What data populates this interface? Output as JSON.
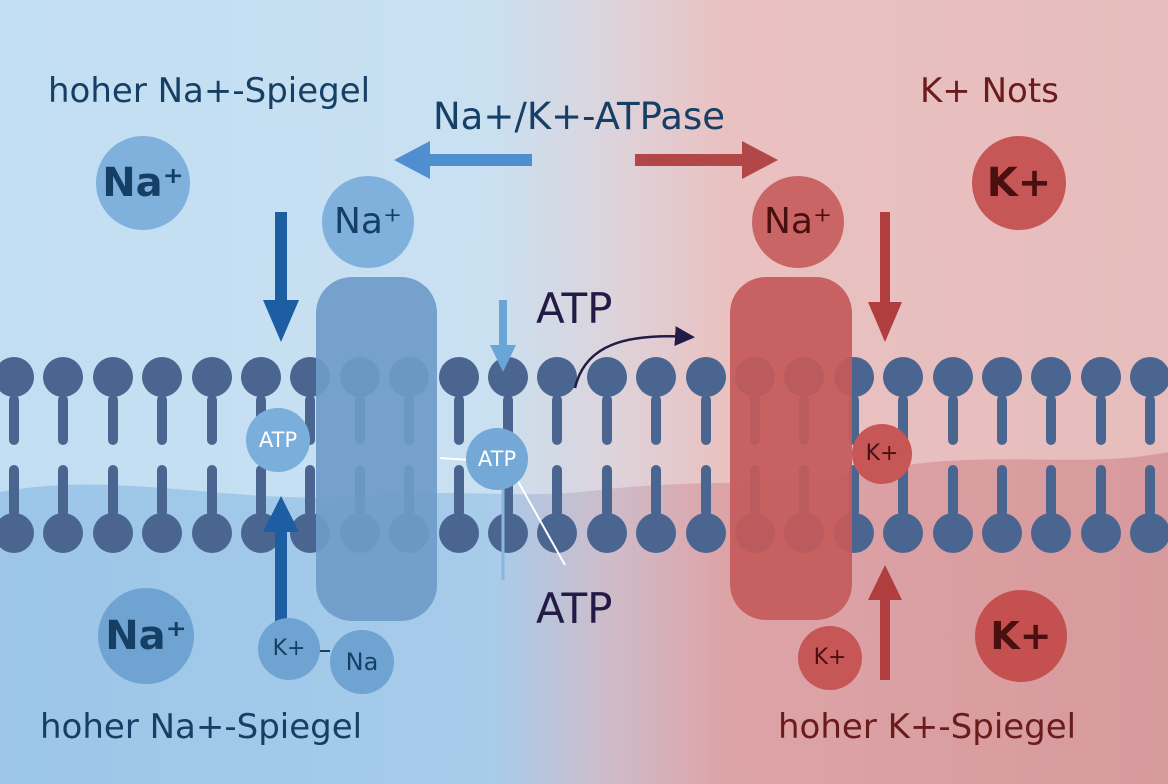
{
  "title": "Na+/K+-ATPase",
  "labels": {
    "top_left": "hoher Na+-Spiegel",
    "top_right": "K+ Nots",
    "bottom_left": "hoher Na+-Spiegel",
    "bottom_right": "hoher K+-Spiegel",
    "atp_upper": "ATP",
    "atp_lower": "ATP"
  },
  "ions": {
    "na_top_left": "Na⁺",
    "na_pump_left": "Na⁺",
    "na_pump_right": "Na⁺",
    "k_top_right": "K+",
    "atp_left_channel": "ATP",
    "atp_middle": "ATP",
    "k_membrane_right": "K+",
    "na_bottom_left": "Na⁺",
    "k_bottom_left": "K+",
    "na_bottom_small": "Na",
    "k_bottom_right": "K+",
    "k_bottom_right_small": "K+"
  },
  "colors": {
    "left_side": "#c7e2f4",
    "right_side": "#e9bcbc",
    "membrane_blue": "#4a6690",
    "pump_blue": "#6e9bc9",
    "pump_red": "#c45a5a",
    "arrow_blue": "#1d5ea3",
    "arrow_red": "#b13e3e",
    "text_blue": "#163f66",
    "text_red": "#6a1c1c",
    "text_dark": "#241a46"
  }
}
